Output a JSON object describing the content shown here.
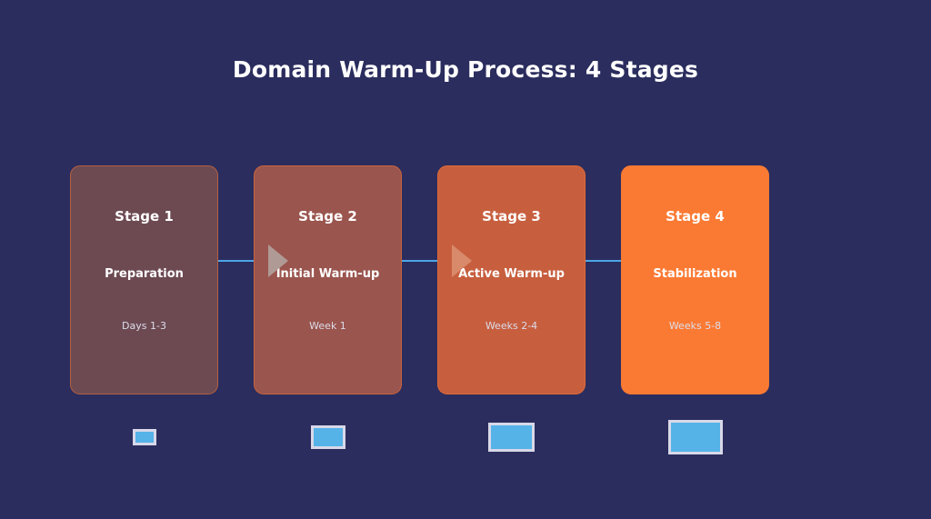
{
  "title": "Domain Warm-Up Process: 4 Stages",
  "theme": {
    "background": "#2b2d5e",
    "title_color": "#ffffff",
    "connector_color": "#4da6e8",
    "bar_fill": "#55b3e8",
    "bar_border": "#d8d8e8",
    "duration_text_color": "#dcdcea"
  },
  "chart_data": {
    "type": "diagram",
    "title": "Domain Warm-Up Process: 4 Stages",
    "stages": [
      {
        "stage": "Stage 1",
        "label": "Preparation",
        "duration": "Days 1-3",
        "fill": "#6d4a52",
        "border": "#b5603f",
        "arrow": null,
        "volume_bar": {
          "width": 20,
          "height": 12
        }
      },
      {
        "stage": "Stage 2",
        "label": "Initial Warm-up",
        "duration": "Week 1",
        "fill": "#9a554e",
        "border": "#c9643c",
        "arrow": "#b09a95",
        "volume_bar": {
          "width": 32,
          "height": 20
        }
      },
      {
        "stage": "Stage 3",
        "label": "Active Warm-up",
        "duration": "Weeks 2-4",
        "fill": "#c75f3f",
        "border": "#e06a34",
        "arrow": "#d98a6b",
        "volume_bar": {
          "width": 45,
          "height": 26
        }
      },
      {
        "stage": "Stage 4",
        "label": "Stabilization",
        "duration": "Weeks 5-8",
        "fill": "#fb7a33",
        "border": "#fb7a33",
        "arrow": null,
        "volume_bar": {
          "width": 54,
          "height": 32
        }
      }
    ]
  }
}
